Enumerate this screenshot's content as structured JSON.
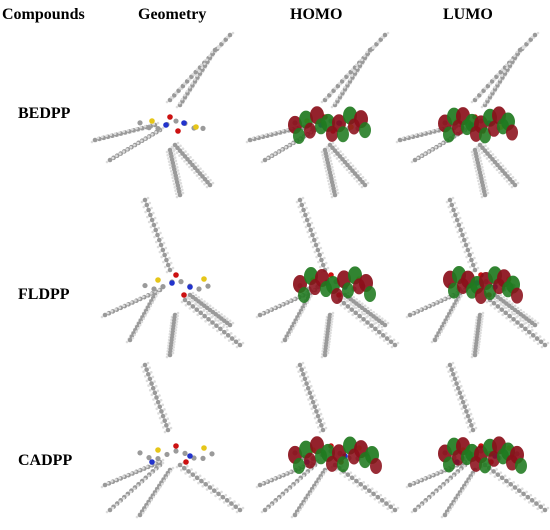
{
  "columns": {
    "compounds": "Compounds",
    "geometry": "Geometry",
    "homo": "HOMO",
    "lumo": "LUMO"
  },
  "rows": [
    {
      "label": "BEDPP"
    },
    {
      "label": "FLDPP"
    },
    {
      "label": "CADPP"
    }
  ],
  "colors": {
    "atom_carbon": "#9a9a9a",
    "atom_hydrogen": "#dcdcdc",
    "atom_sulfur": "#e6c619",
    "atom_nitrogen": "#2233cc",
    "atom_oxygen": "#cc1111",
    "orbital_positive": "#8b0f1a",
    "orbital_negative": "#1f7a1f"
  }
}
